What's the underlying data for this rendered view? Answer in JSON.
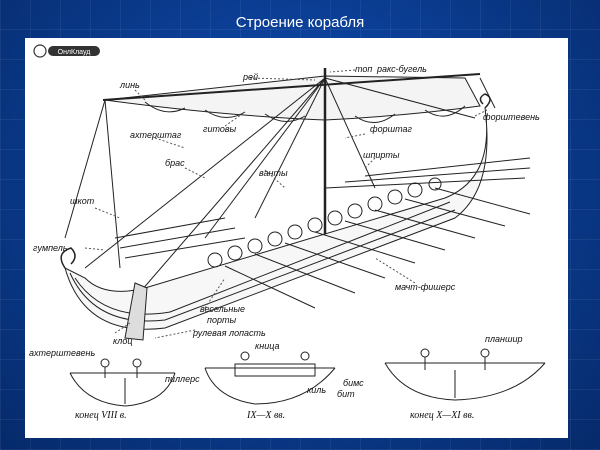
{
  "slide": {
    "title": "Строение корабля"
  },
  "logo": {
    "text": "ОнлКлауд"
  },
  "labels": {
    "rei": "рей",
    "top": "топ",
    "raks": "ракс-бугель",
    "lin": "линь",
    "gitovy": "гитовы",
    "forshtag": "форштаг",
    "forshteven": "форштевень",
    "akhtershtag": "ахтерштаг",
    "shpirty": "шпирты",
    "bras": "брас",
    "vanty": "ванты",
    "shkot": "шкот",
    "gumpel": "гумпель",
    "machtfishers": "мачт-фишерс",
    "veselnye": "весельные",
    "porty": "порты",
    "rulevaya": "рулевая лопасть",
    "klots": "клоц",
    "akhtershteven": "ахтерштевень",
    "pillers": "пиллерс",
    "knitsa": "кница",
    "plansir": "планшир",
    "bims": "бимс",
    "bit": "бит",
    "kil": "киль"
  },
  "captions": {
    "c1": "конец VIII в.",
    "c2": "IX—X вв.",
    "c3": "конец X—XI вв."
  }
}
